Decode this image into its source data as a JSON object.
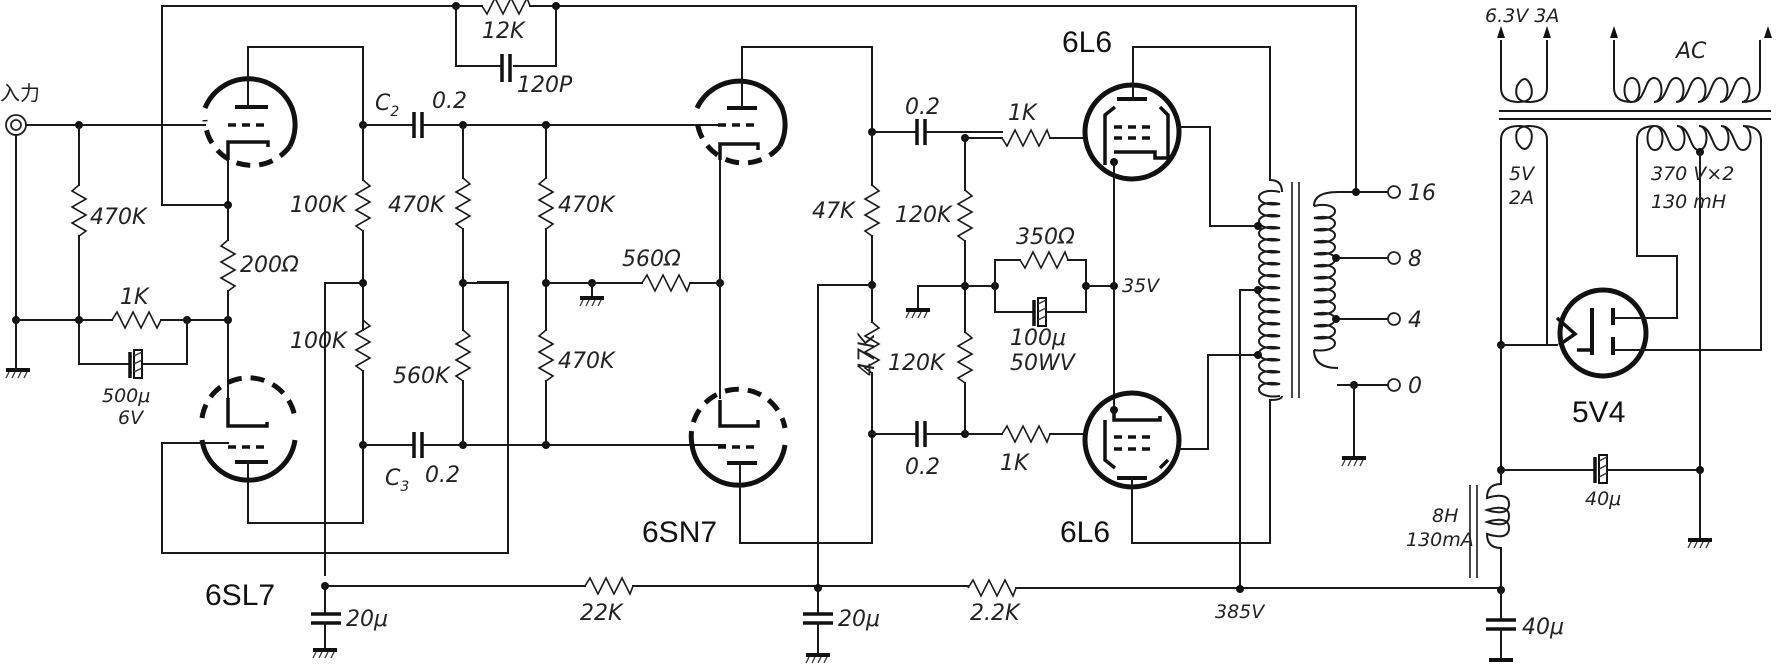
{
  "diagram": {
    "title": "6SL7 / 6SN7 / 6L6 push-pull amplifier with 5V4 power supply",
    "input_label": "入力",
    "tubes": {
      "v1": "6SL7",
      "v2": "6SN7",
      "v3_top": "6L6",
      "v3_bottom": "6L6",
      "rectifier": "5V4"
    },
    "components": {
      "r_feedback": "12K",
      "c_feedback": "120P",
      "r_grid_in": "470K",
      "r_cathode_v1": "200Ω",
      "r_cathode_bias": "1K",
      "c_cathode_v1": [
        "500μ",
        "6V"
      ],
      "r_plate_v1a": "100K",
      "r_plate_v1b": "100K",
      "c2_name": "C",
      "c2_sub": "2",
      "c2_value": "0.2",
      "c3_name": "C",
      "c3_sub": "3",
      "c3_value": "0.2",
      "r_grid_v1b_top": "470K",
      "r_grid_v1b_bot": "560K",
      "r_grid_v2_top": "470K",
      "r_grid_v2_bot": "470K",
      "r_cathode_v2": "560Ω",
      "r_plate_v2a": "47K",
      "r_plate_v2b": "47K",
      "c_coupling_top": "0.2",
      "c_coupling_bot": "0.2",
      "r_grid_6l6_top": "120K",
      "r_grid_6l6_bot": "120K",
      "r_stopper_top": "1K",
      "r_stopper_bot": "1K",
      "r_cathode_6l6": "350Ω",
      "c_cathode_6l6": [
        "100μ",
        "50WV"
      ],
      "v_cathode_6l6": "35V",
      "r_decouple_1": "22K",
      "r_decouple_2": "2.2K",
      "c_decouple_1": "20μ",
      "c_decouple_2": "20μ",
      "v_b_plus": "385V",
      "c_filter_1": "40μ",
      "c_filter_2": "40μ",
      "choke": [
        "8H",
        "130mA"
      ]
    },
    "output_taps": [
      "16",
      "8",
      "4",
      "0"
    ],
    "power_transformer": {
      "heater": "6.3V 3A",
      "primary": "AC",
      "rect_heater": [
        "5V",
        "2A"
      ],
      "hv_secondary": [
        "370 V×2",
        "130 mH"
      ]
    }
  }
}
